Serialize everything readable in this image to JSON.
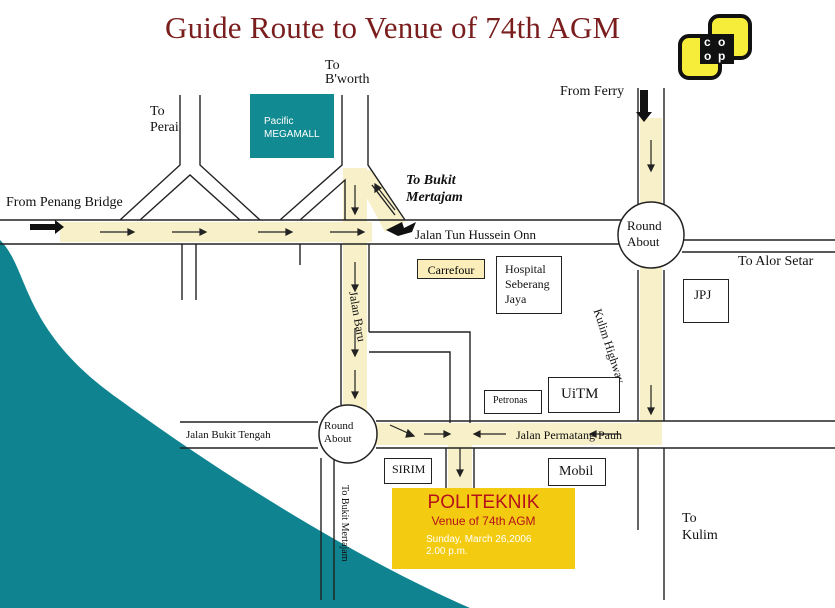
{
  "title": "Guide Route to Venue of 74th AGM",
  "colors": {
    "title": "#7a1d1d",
    "route": "#f7f0c8",
    "megamall": "#128a91",
    "venue": "#f3cc12",
    "venue_text": "#b5121b",
    "teal_curve": "#0f8490"
  },
  "labels": {
    "from_penang_bridge": "From Penang Bridge",
    "to_perai_1": "To",
    "to_perai_2": "Perai",
    "to_bworth_1": "To",
    "to_bworth_2": "B'worth",
    "to_bukit_mertajam_1": "To Bukit",
    "to_bukit_mertajam_2": "Mertajam",
    "from_ferry": "From Ferry",
    "jalan_tun_hussein_onn": "Jalan Tun Hussein Onn",
    "round_about_1_line1": "Round",
    "round_about_1_line2": "About",
    "round_about_2_line1": "Round",
    "round_about_2_line2": "About",
    "to_alor_setar": "To Alor Setar",
    "kulim_highway": "Kulim Highway",
    "jalan_baru": "Jalan Baru",
    "jalan_bukit_tengah": "Jalan Bukit Tengah",
    "jalan_permatang_pauh": "Jalan Permatang Pauh",
    "to_bukit_mertajam_vertical": "To Bukit Mertajam",
    "to_kulim_1": "To",
    "to_kulim_2": "Kulim"
  },
  "landmarks": {
    "pacific_1": "Pacific",
    "pacific_2": "MEGAMALL",
    "carrefour": "Carrefour",
    "hospital_1": "Hospital",
    "hospital_2": "Seberang",
    "hospital_3": "Jaya",
    "jpj": "JPJ",
    "uitm": "UiTM",
    "petronas": "Petronas",
    "sirim": "SIRIM",
    "mobil": "Mobil"
  },
  "venue": {
    "name": "POLITEKNIK",
    "subtitle": "Venue of 74th AGM",
    "date": "Sunday, March 26,2006",
    "time": "2.00 p.m."
  },
  "logo": {
    "letters": [
      "c",
      "o",
      "o",
      "p"
    ]
  }
}
